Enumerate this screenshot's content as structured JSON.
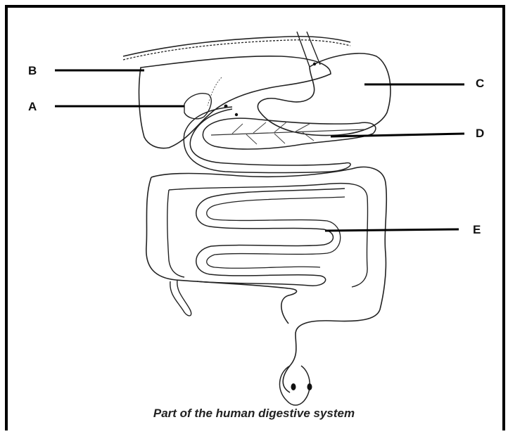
{
  "labels": {
    "a": "A",
    "b": "B",
    "c": "C",
    "d": "D",
    "e": "E"
  },
  "caption": "Part of the human digestive system",
  "colors": {
    "ink": "#111111",
    "background": "#ffffff"
  }
}
